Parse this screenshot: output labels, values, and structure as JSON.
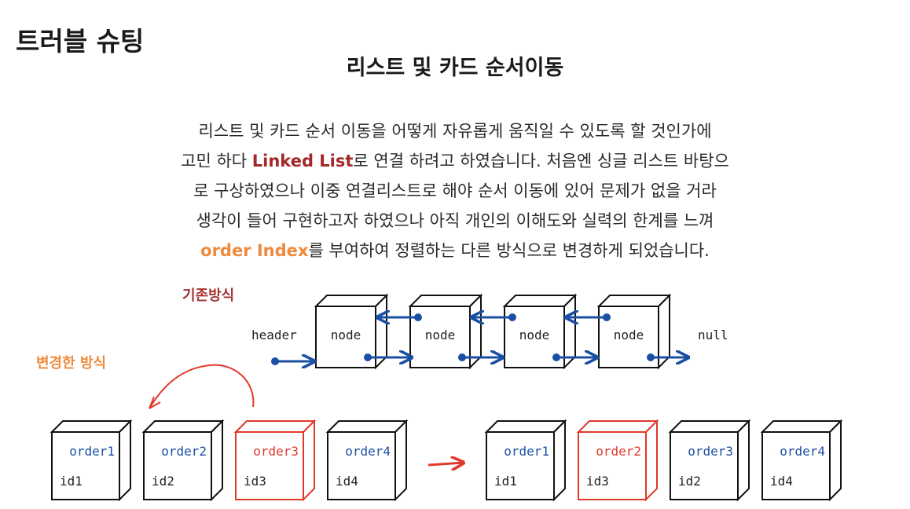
{
  "page_title": "트러블 슈팅",
  "section_title": "리스트 및 카드 순서이동",
  "description": {
    "line1": "리스트 및 카드 순서 이동을 어떻게 자유롭게 움직일 수 있도록 할 것인가에",
    "line2_pre": "고민 하다 ",
    "line2_highlight": "Linked List",
    "line2_post": "로 연결 하려고 하였습니다. 처음엔 싱글 리스트 바탕으",
    "line3": "로 구상하였으나 이중 연결리스트로 해야 순서 이동에 있어 문제가 없을 거라",
    "line4": "생각이 들어 구현하고자 하였으나 아직 개인의 이해도와 실력의 한계를 느껴",
    "line5_highlight": "order Index",
    "line5_post": "를 부여하여 정렬하는 다른 방식으로 변경하게 되었습니다."
  },
  "old_method": {
    "label": "기존방식",
    "header": "header",
    "null": "null",
    "nodes": [
      "node",
      "node",
      "node",
      "node"
    ]
  },
  "new_method": {
    "label": "변경한 방식",
    "before": [
      {
        "order": "order1",
        "id": "id1"
      },
      {
        "order": "order2",
        "id": "id2"
      },
      {
        "order": "order3",
        "id": "id3"
      },
      {
        "order": "order4",
        "id": "id4"
      }
    ],
    "after": [
      {
        "order": "order1",
        "id": "id1"
      },
      {
        "order": "order2",
        "id": "id3"
      },
      {
        "order": "order3",
        "id": "id2"
      },
      {
        "order": "order4",
        "id": "id4"
      }
    ]
  },
  "colors": {
    "arrow_blue": "#1a4fa3",
    "highlight_red": "#e0392b",
    "order_blue": "#1a4fa3"
  }
}
